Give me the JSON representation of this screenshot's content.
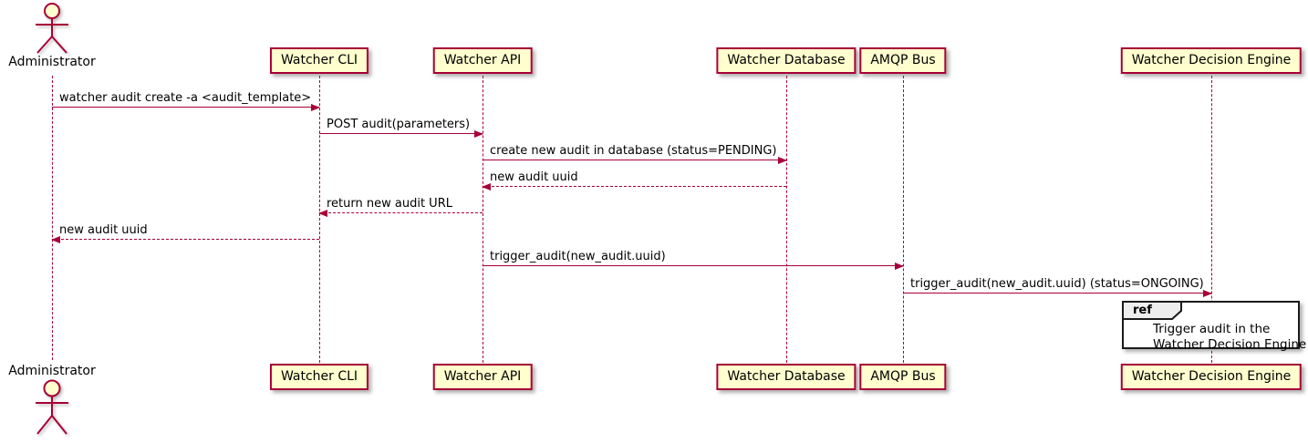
{
  "diagram": {
    "type": "sequence",
    "actor": {
      "name": "Administrator"
    },
    "participants": [
      {
        "name": "Watcher CLI"
      },
      {
        "name": "Watcher API"
      },
      {
        "name": "Watcher Database"
      },
      {
        "name": "AMQP Bus"
      },
      {
        "name": "Watcher Decision Engine"
      }
    ],
    "messages": [
      {
        "text": "watcher audit create -a <audit_template>",
        "from": "Administrator",
        "to": "Watcher CLI",
        "line": "solid"
      },
      {
        "text": "POST audit(parameters)",
        "from": "Watcher CLI",
        "to": "Watcher API",
        "line": "solid"
      },
      {
        "text": "create new audit in database (status=PENDING)",
        "from": "Watcher API",
        "to": "Watcher Database",
        "line": "solid"
      },
      {
        "text": "new audit uuid",
        "from": "Watcher Database",
        "to": "Watcher API",
        "line": "dashed"
      },
      {
        "text": "return new audit URL",
        "from": "Watcher API",
        "to": "Watcher CLI",
        "line": "dashed"
      },
      {
        "text": "new audit uuid",
        "from": "Watcher CLI",
        "to": "Administrator",
        "line": "dashed"
      },
      {
        "text": "trigger_audit(new_audit.uuid)",
        "from": "Watcher API",
        "to": "AMQP Bus",
        "line": "solid"
      },
      {
        "text": "trigger_audit(new_audit.uuid) (status=ONGOING)",
        "from": "AMQP Bus",
        "to": "Watcher Decision Engine",
        "line": "solid"
      }
    ],
    "ref": {
      "label": "ref",
      "over": "Watcher Decision Engine",
      "lines": [
        "Trigger audit in the",
        "Watcher Decision Engine"
      ]
    },
    "colors": {
      "participant_fill": "#FEFECE",
      "border_and_arrows": "#A80036",
      "text": "#000000",
      "ref_tab_fill": "#EEEEEE",
      "ref_border": "#1B1B1B",
      "background": "#FFFFFF"
    }
  }
}
